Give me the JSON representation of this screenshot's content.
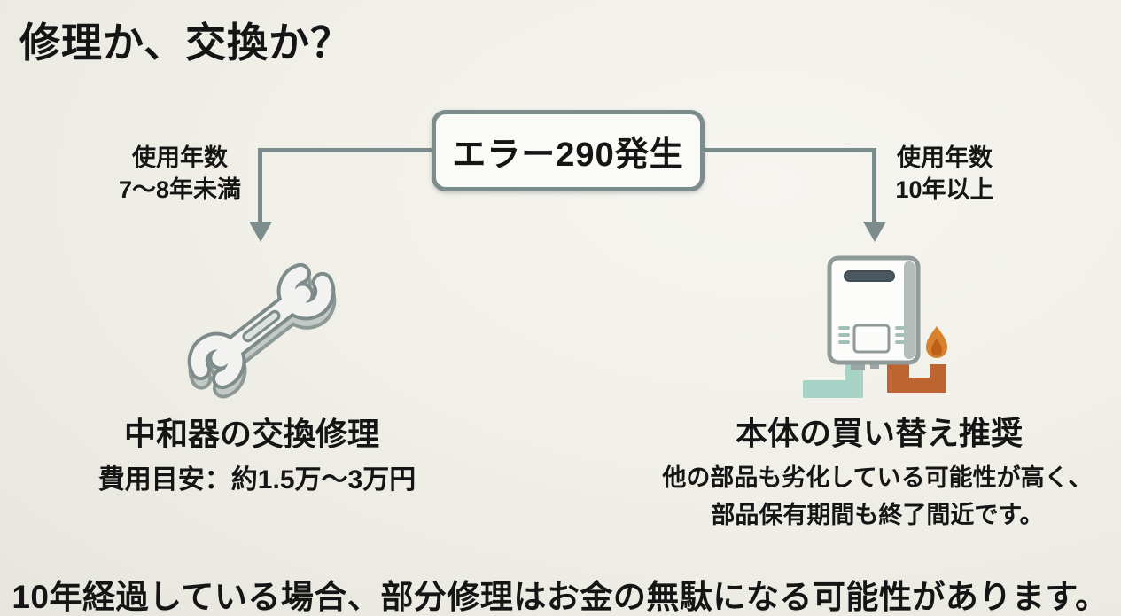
{
  "title": "修理か、交換か？",
  "flowchart": {
    "root_label": "エラー290発生",
    "left_branch": {
      "condition_line1": "使用年数",
      "condition_line2": "7〜8年未満",
      "icon": "wrench-icon",
      "heading": "中和器の交換修理",
      "detail": "費用目安：約1.5万〜3万円"
    },
    "right_branch": {
      "condition_line1": "使用年数",
      "condition_line2": "10年以上",
      "icon": "water-heater-icon",
      "heading": "本体の買い替え推奨",
      "detail_line1": "他の部品も劣化している可能性が高く、",
      "detail_line2": "部品保有期間も終了間近です。"
    }
  },
  "footer": "10年経過している場合、部分修理はお金の無駄になる可能性があります。",
  "colors": {
    "background": "#eeede5",
    "connector_line": "#7c8b8b",
    "box_fill": "#fafaf7",
    "text": "#151515",
    "wrench_face": "#f2f3f0",
    "wrench_outline": "#7d8b8b",
    "heater_body": "#fcfcfa",
    "heater_vent": "#4c5860",
    "teal_pipe": "#a7d2c6",
    "orange_pipe": "#bd6530",
    "flame_outer": "#d8822f",
    "flame_inner": "#bf5f16"
  }
}
